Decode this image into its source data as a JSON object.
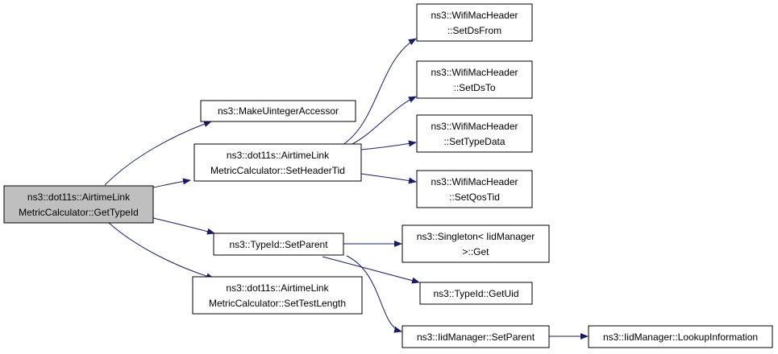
{
  "nodes": {
    "gettypeid": {
      "lines": [
        "ns3::dot11s::AirtimeLink",
        "MetricCalculator::GetTypeId"
      ],
      "highlighted": true
    },
    "makeuinteger": {
      "lines": [
        "ns3::MakeUintegerAccessor"
      ]
    },
    "setheadertid": {
      "lines": [
        "ns3::dot11s::AirtimeLink",
        "MetricCalculator::SetHeaderTid"
      ]
    },
    "typeid_setparent": {
      "lines": [
        "ns3::TypeId::SetParent"
      ]
    },
    "settestlength": {
      "lines": [
        "ns3::dot11s::AirtimeLink",
        "MetricCalculator::SetTestLength"
      ]
    },
    "setdsfrom": {
      "lines": [
        "ns3::WifiMacHeader",
        "::SetDsFrom"
      ]
    },
    "setdsto": {
      "lines": [
        "ns3::WifiMacHeader",
        "::SetDsTo"
      ]
    },
    "settypedata": {
      "lines": [
        "ns3::WifiMacHeader",
        "::SetTypeData"
      ]
    },
    "setqostid": {
      "lines": [
        "ns3::WifiMacHeader",
        "::SetQosTid"
      ]
    },
    "singleton_get": {
      "lines": [
        "ns3::Singleton< IidManager",
        ">::Get"
      ]
    },
    "getuid": {
      "lines": [
        "ns3::TypeId::GetUid"
      ]
    },
    "iid_setparent": {
      "lines": [
        "ns3::IidManager::SetParent"
      ]
    },
    "lookupinfo": {
      "lines": [
        "ns3::IidManager::LookupInformation"
      ]
    }
  },
  "edges": [
    {
      "from": "gettypeid",
      "to": "makeuinteger"
    },
    {
      "from": "gettypeid",
      "to": "setheadertid"
    },
    {
      "from": "gettypeid",
      "to": "typeid_setparent"
    },
    {
      "from": "gettypeid",
      "to": "settestlength"
    },
    {
      "from": "setheadertid",
      "to": "setdsfrom"
    },
    {
      "from": "setheadertid",
      "to": "setdsto"
    },
    {
      "from": "setheadertid",
      "to": "settypedata"
    },
    {
      "from": "setheadertid",
      "to": "setqostid"
    },
    {
      "from": "typeid_setparent",
      "to": "singleton_get"
    },
    {
      "from": "typeid_setparent",
      "to": "getuid"
    },
    {
      "from": "typeid_setparent",
      "to": "iid_setparent"
    },
    {
      "from": "iid_setparent",
      "to": "lookupinfo"
    }
  ],
  "colors": {
    "edge": "#191970",
    "node_border": "#000000",
    "node_fill": "#ffffff",
    "highlight_fill": "#bfbfbf"
  }
}
